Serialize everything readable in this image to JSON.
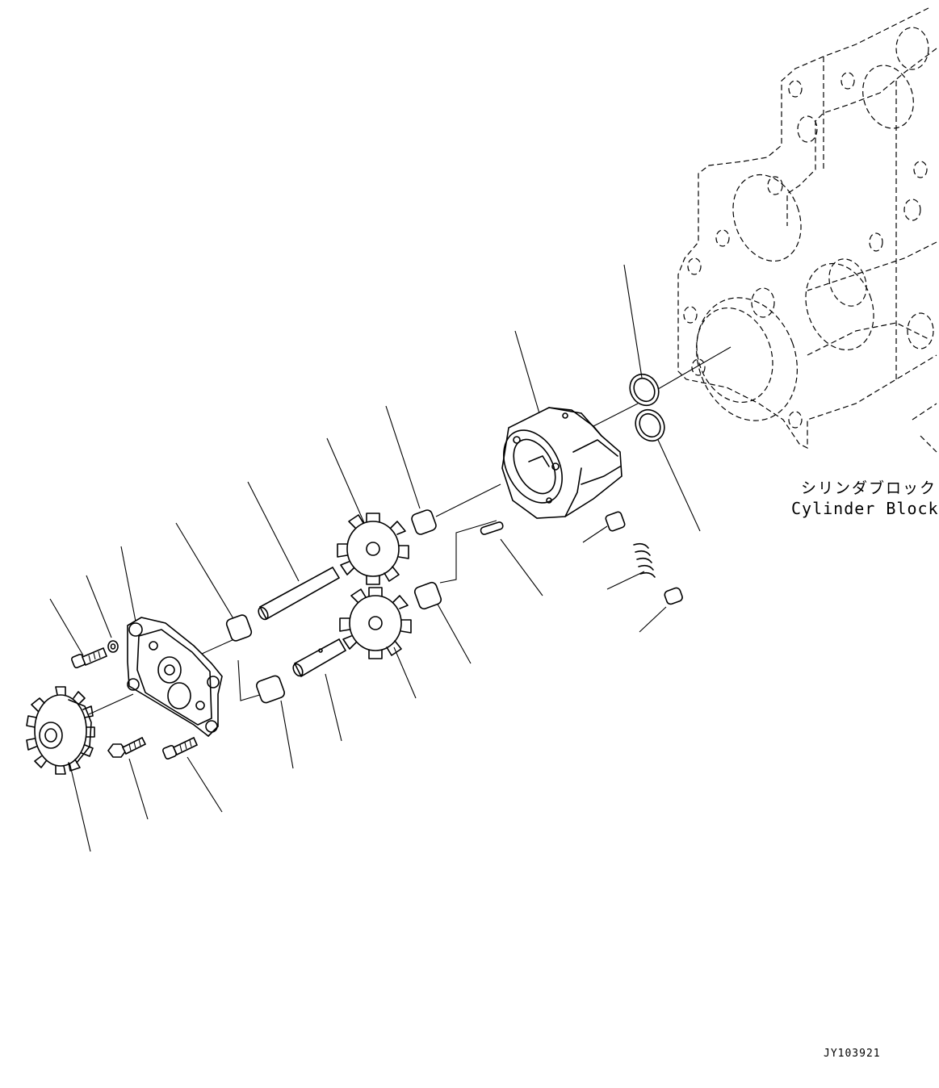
{
  "labels": {
    "part_name_jp": "シリンダブロック",
    "part_name_en": "Cylinder Block",
    "drawing_code": "JY103921"
  },
  "style": {
    "line_color": "#000000",
    "background": "#ffffff"
  }
}
